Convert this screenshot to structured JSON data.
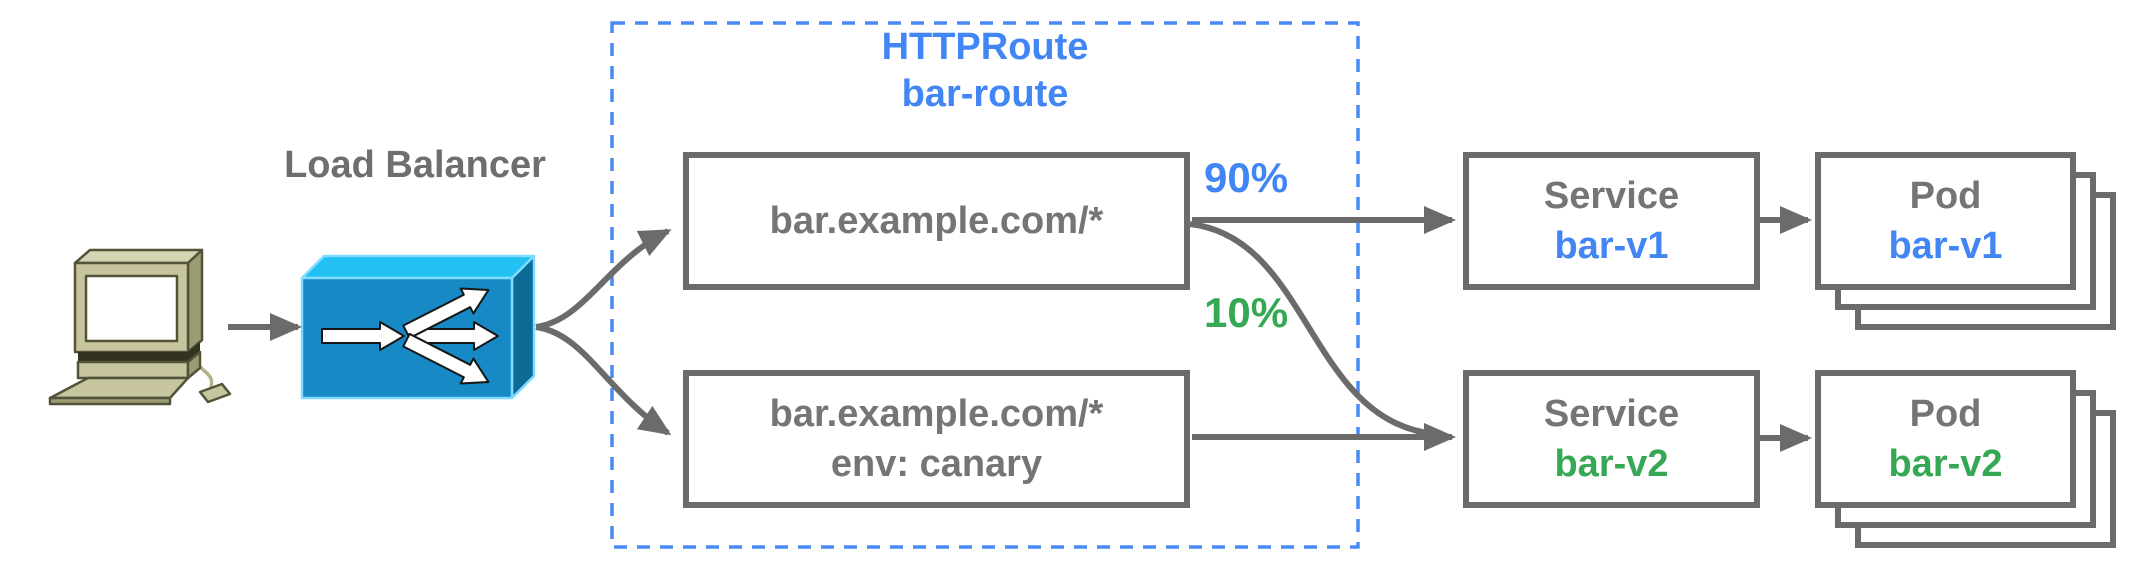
{
  "colors": {
    "accent_blue": "#4285f4",
    "accent_green": "#34a853",
    "text_gray": "#757575",
    "line_gray": "#6b6b6b",
    "dash_blue": "#4a8af5",
    "lb_front": "#1789c4",
    "lb_top": "#22c0f3",
    "lb_side": "#0c6a94",
    "computer_body": "#c7c59e",
    "computer_dark": "#9c9c74",
    "computer_outline": "#53533a"
  },
  "client": {
    "icon": "desktop-computer-icon"
  },
  "load_balancer": {
    "label": "Load Balancer",
    "icon": "load-balancer-box-icon"
  },
  "httproute": {
    "kind": "HTTPRoute",
    "name": "bar-route"
  },
  "match_rules": [
    {
      "host": "bar.example.com/*"
    },
    {
      "host": "bar.example.com/*",
      "header": "env: canary"
    }
  ],
  "traffic": {
    "weight_v1": "90%",
    "weight_v2": "10%"
  },
  "services": [
    {
      "kind": "Service",
      "name": "bar-v1"
    },
    {
      "kind": "Service",
      "name": "bar-v2"
    }
  ],
  "pods": [
    {
      "kind": "Pod",
      "name": "bar-v1"
    },
    {
      "kind": "Pod",
      "name": "bar-v2"
    }
  ]
}
